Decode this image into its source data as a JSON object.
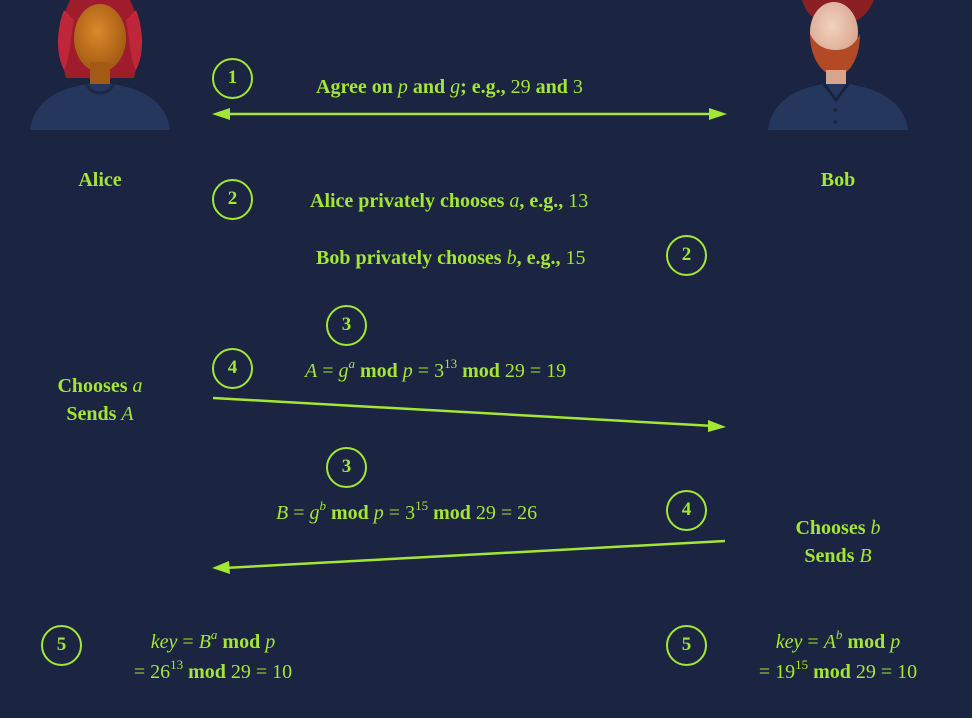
{
  "actors": {
    "alice": {
      "name": "Alice",
      "avatar": "woman-avatar-icon"
    },
    "bob": {
      "name": "Bob",
      "avatar": "bearded-man-avatar-icon"
    }
  },
  "steps": {
    "s1": "1",
    "s2": "2",
    "s3": "3",
    "s4": "4",
    "s5": "5"
  },
  "step1": {
    "pre": "Agree on ",
    "p": "p",
    "and": " and ",
    "g": "g",
    "eg": "; e.g., ",
    "v1": "29",
    "and2": " and ",
    "v2": "3"
  },
  "step2_alice": {
    "pre": "Alice privately chooses ",
    "var": "a",
    "eg": ", e.g., ",
    "val": "13"
  },
  "step2_bob": {
    "pre": "Bob privately chooses ",
    "var": "b",
    "eg": ", e.g., ",
    "val": "15"
  },
  "eq_A": {
    "lhs": "A",
    "eq1": " = ",
    "g": "g",
    "exp": "a",
    "mod": " mod ",
    "p": "p",
    "eq2": " = ",
    "base": "3",
    "exp2": "13",
    "mod2": " mod ",
    "n": "29",
    "eq3": " = ",
    "res": "19"
  },
  "eq_B": {
    "lhs": "B",
    "eq1": " = ",
    "g": "g",
    "exp": "b",
    "mod": " mod ",
    "p": "p",
    "eq2": " = ",
    "base": "3",
    "exp2": "15",
    "mod2": " mod ",
    "n": "29",
    "eq3": " = ",
    "res": "26"
  },
  "alice_send": {
    "chooses": "Chooses ",
    "var": "a",
    "sends": "Sends ",
    "val": "A"
  },
  "bob_send": {
    "chooses": "Chooses ",
    "var": "b",
    "sends": "Sends ",
    "val": "B"
  },
  "alice_key": {
    "key": "key",
    "eq1": " = ",
    "base": "B",
    "exp": "a",
    "mod": " mod ",
    "p": "p",
    "eq2": "= ",
    "n1": "26",
    "exp2": "13",
    "mod2": " mod ",
    "n2": "29",
    "eq3": " = ",
    "res": "10"
  },
  "bob_key": {
    "key": "key",
    "eq1": " = ",
    "base": "A",
    "exp": "b",
    "mod": " mod ",
    "p": "p",
    "eq2": "= ",
    "n1": "19",
    "exp2": "15",
    "mod2": " mod ",
    "n2": "29",
    "eq3": " = ",
    "res": "10"
  },
  "colors": {
    "background": "#1b2440",
    "accent": "#a4e635"
  }
}
